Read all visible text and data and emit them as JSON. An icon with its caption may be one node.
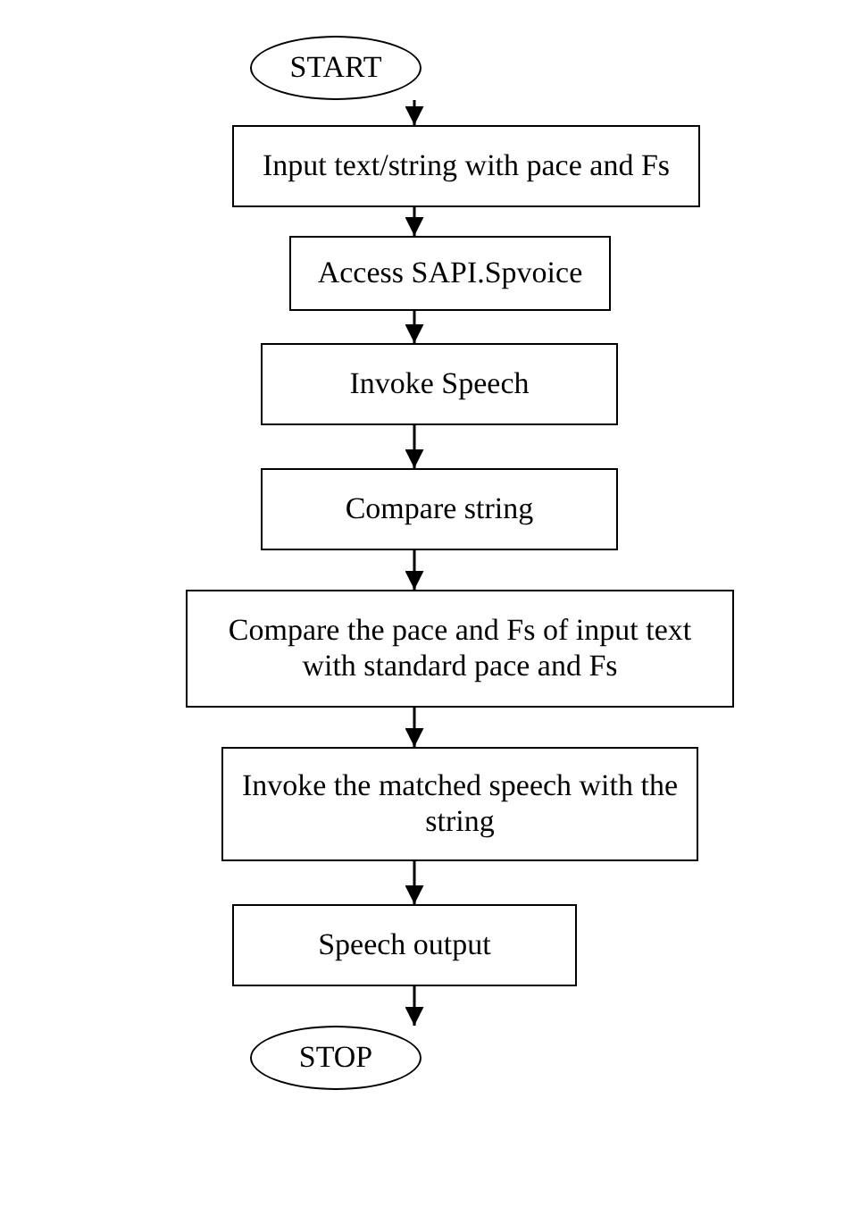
{
  "diagram": {
    "nodes": [
      {
        "text": [
          "START"
        ]
      },
      {
        "text": [
          "Input text/string with pace and Fs"
        ]
      },
      {
        "text": [
          "Access SAPI.Spvoice"
        ]
      },
      {
        "text": [
          "Invoke Speech"
        ]
      },
      {
        "text": [
          "Compare string"
        ]
      },
      {
        "text": [
          "Compare the pace and Fs of input text with standard pace and Fs"
        ]
      },
      {
        "text": [
          "Invoke the matched speech with the string"
        ]
      },
      {
        "text": [
          "Speech output"
        ]
      },
      {
        "text": [
          "STOP"
        ]
      }
    ],
    "edges": [
      {
        "from": 0,
        "to": 1,
        "arrow": "to"
      },
      {
        "from": 1,
        "to": 2,
        "arrow": "to"
      },
      {
        "from": 2,
        "to": 3,
        "arrow": "to"
      },
      {
        "from": 3,
        "to": 4,
        "arrow": "to"
      },
      {
        "from": 4,
        "to": 5,
        "arrow": "to"
      },
      {
        "from": 5,
        "to": 6,
        "arrow": "to"
      },
      {
        "from": 6,
        "to": 7,
        "arrow": "to"
      },
      {
        "from": 7,
        "to": 8,
        "arrow": "to"
      }
    ]
  }
}
